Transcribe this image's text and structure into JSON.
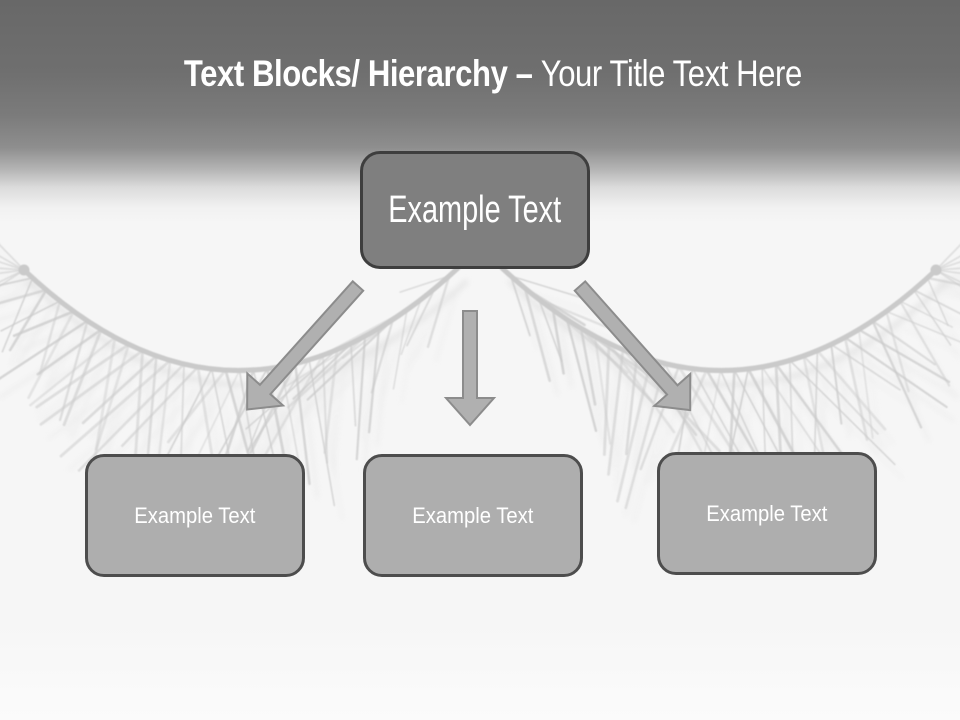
{
  "slide_title": {
    "bold": "Text Blocks/ Hierarchy – ",
    "regular": "Your Title Text Here"
  },
  "diagram": {
    "root": {
      "label": "Example Text"
    },
    "children": [
      {
        "label": "Example Text"
      },
      {
        "label": "Example Text"
      },
      {
        "label": "Example Text"
      }
    ],
    "connectors": [
      "arrow-down-left",
      "arrow-down",
      "arrow-down-right"
    ]
  },
  "decoration": {
    "watermark": "false-eyelashes-image"
  },
  "colors": {
    "header": "#686868",
    "bg": "#f6f6f6",
    "title-color": "#ffffff",
    "box-text": "#ffffff",
    "root-fill": "#7f7f7f",
    "root-border": "#3e3e3e",
    "child-fill": "#aeaeae",
    "child-border": "#4d4d4d",
    "arrow-fill": "#b0b0b0",
    "arrow-stroke": "#8c8c8c",
    "lash": "#cacaca",
    "lash-shadow": "#e3e3e3"
  }
}
